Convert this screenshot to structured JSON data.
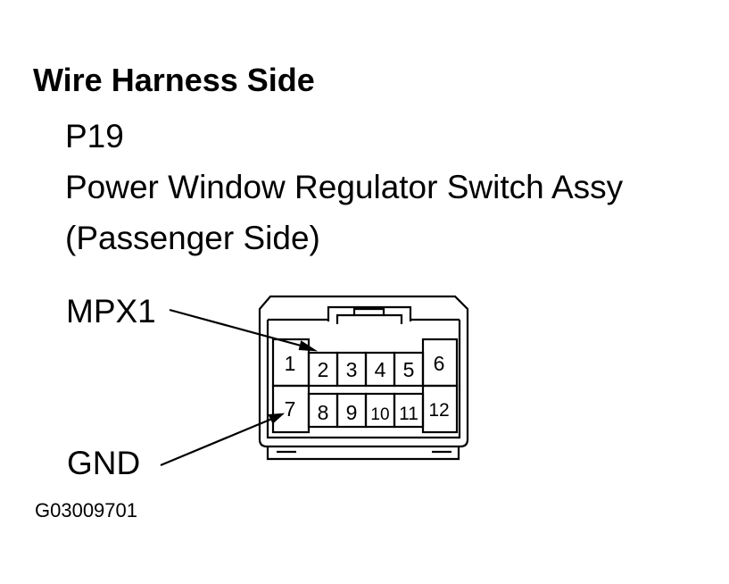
{
  "heading": "Wire Harness Side",
  "connector": {
    "code": "P19",
    "name_line1": "Power Window Regulator Switch Assy",
    "name_line2": "(Passenger Side)"
  },
  "labels": {
    "mpx": "MPX1",
    "gnd": "GND"
  },
  "pins": {
    "p1": "1",
    "p2": "2",
    "p3": "3",
    "p4": "4",
    "p5": "5",
    "p6": "6",
    "p7": "7",
    "p8": "8",
    "p9": "9",
    "p10": "10",
    "p11": "11",
    "p12": "12"
  },
  "figure_code": "G03009701"
}
